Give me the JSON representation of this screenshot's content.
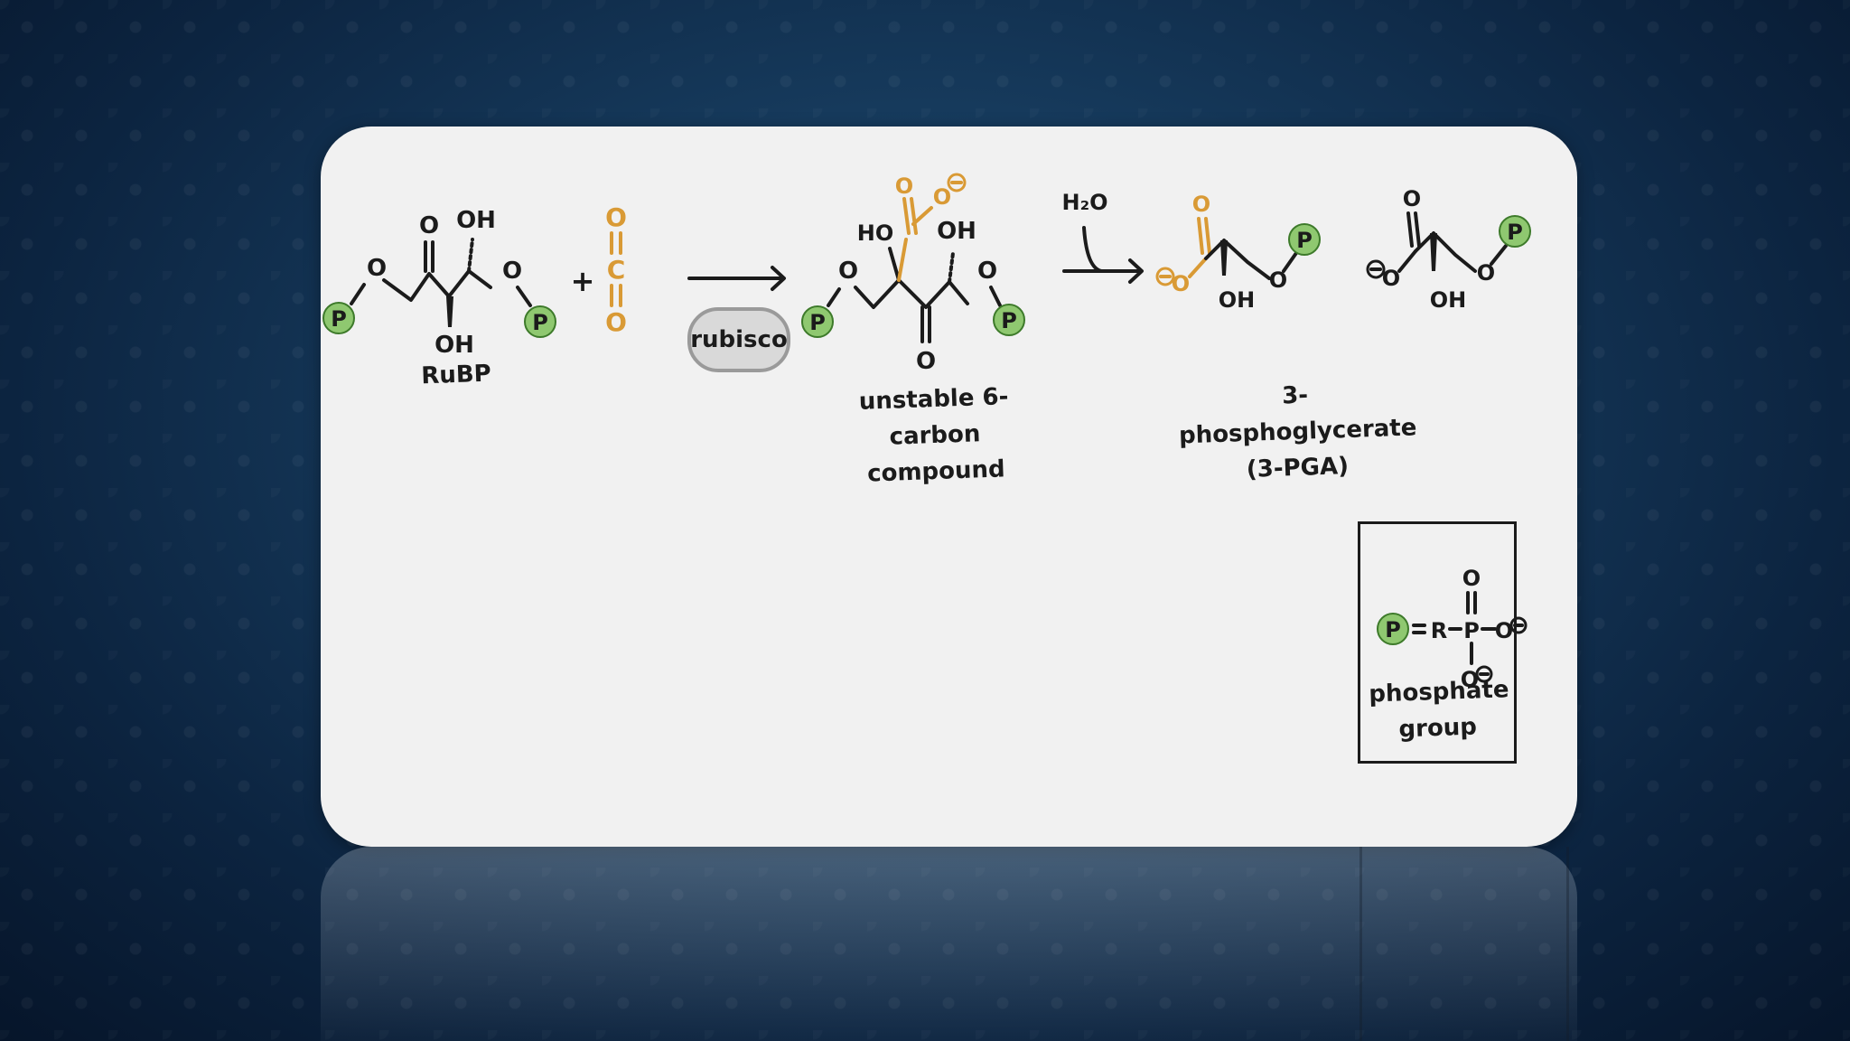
{
  "slide": {
    "rubp_label": "RuBP",
    "co2_left": "O",
    "co2_center": "C",
    "co2_right": "O",
    "enzyme_label": "rubisco",
    "intermediate_label_line1": "unstable 6-carbon",
    "intermediate_label_line2": "compound",
    "water_label": "H₂O",
    "product_label_line1": "3-phosphoglycerate",
    "product_label_line2": "(3-PGA)",
    "phosphate_label_line1": "phosphate",
    "phosphate_label_line2": "group",
    "phosphate_symbol": "P",
    "phosphate_R": "R",
    "oxygen": "O",
    "hydroxyl": "OH",
    "hydroxyl_left": "HO",
    "plus": "+"
  },
  "colors": {
    "phosphate_green": "#8fc870",
    "co2_orange": "#d99a35",
    "card_bg": "#f1f1f1",
    "background": "#163a5c"
  }
}
